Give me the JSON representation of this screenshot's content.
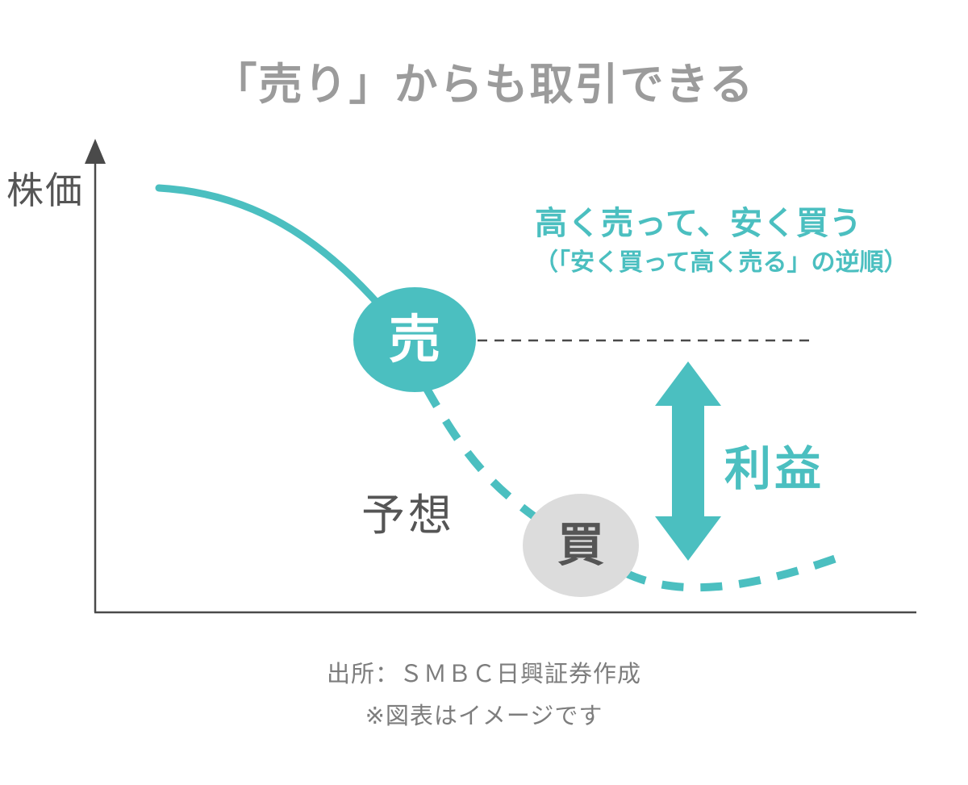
{
  "title": "「売り」からも取引できる",
  "chart": {
    "y_axis_label": "株価",
    "headline": "高く売って、安く買う",
    "subheadline": "（「安く買って高く売る」の逆順）",
    "sell_circle_label": "売",
    "buy_circle_label": "買",
    "forecast_label": "予想",
    "profit_label": "利益"
  },
  "footer": {
    "source": "出所：ＳＭＢＣ日興証券作成",
    "note": "※図表はイメージです"
  },
  "colors": {
    "teal": "#4bbfc0",
    "gray_circle": "#dcdcdc",
    "title_gray": "#9b9b9b",
    "text_dark": "#555555",
    "axis": "#4a4a4a",
    "footer_gray": "#7d7d7d"
  }
}
